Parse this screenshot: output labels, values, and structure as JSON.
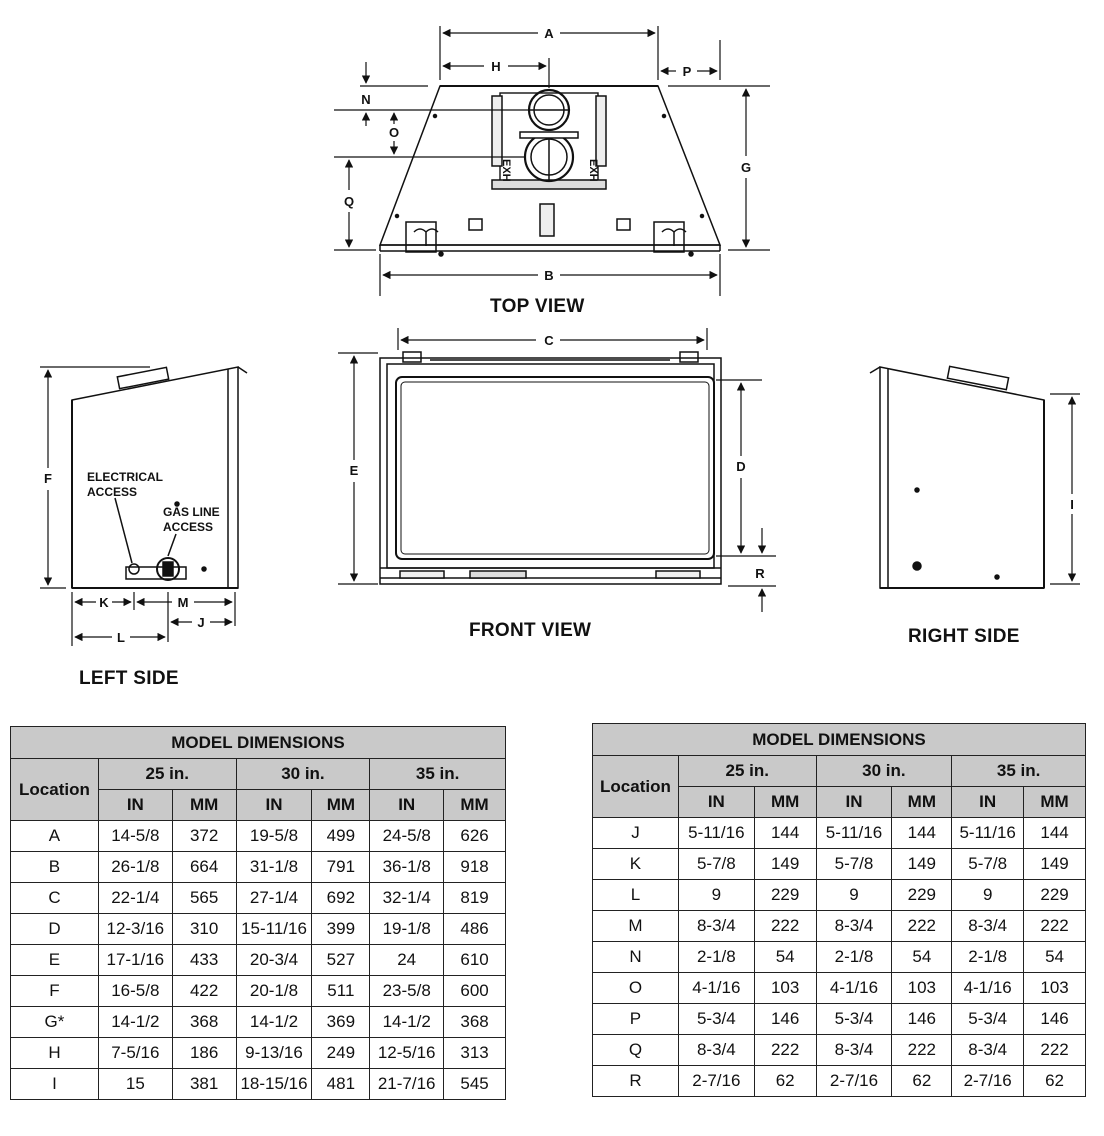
{
  "views": {
    "top": "TOP VIEW",
    "front": "FRONT VIEW",
    "left": "LEFT SIDE",
    "right": "RIGHT SIDE"
  },
  "callouts": {
    "electrical_access": [
      "ELECTRICAL",
      "ACCESS"
    ],
    "gas_line_access": [
      "GAS LINE",
      "ACCESS"
    ],
    "exh": "EXH"
  },
  "letters": {
    "A": "A",
    "B": "B",
    "C": "C",
    "D": "D",
    "E": "E",
    "F": "F",
    "G": "G",
    "H": "H",
    "I": "I",
    "J": "J",
    "K": "K",
    "L": "L",
    "M": "M",
    "N": "N",
    "O": "O",
    "P": "P",
    "Q": "Q",
    "R": "R"
  },
  "tables": [
    {
      "title": "MODEL DIMENSIONS",
      "location_header": "Location",
      "groups": [
        "25 in.",
        "30 in.",
        "35 in."
      ],
      "units": [
        "IN",
        "MM",
        "IN",
        "MM",
        "IN",
        "MM"
      ],
      "rows": [
        [
          "A",
          "14-5/8",
          "372",
          "19-5/8",
          "499",
          "24-5/8",
          "626"
        ],
        [
          "B",
          "26-1/8",
          "664",
          "31-1/8",
          "791",
          "36-1/8",
          "918"
        ],
        [
          "C",
          "22-1/4",
          "565",
          "27-1/4",
          "692",
          "32-1/4",
          "819"
        ],
        [
          "D",
          "12-3/16",
          "310",
          "15-11/16",
          "399",
          "19-1/8",
          "486"
        ],
        [
          "E",
          "17-1/16",
          "433",
          "20-3/4",
          "527",
          "24",
          "610"
        ],
        [
          "F",
          "16-5/8",
          "422",
          "20-1/8",
          "511",
          "23-5/8",
          "600"
        ],
        [
          "G*",
          "14-1/2",
          "368",
          "14-1/2",
          "369",
          "14-1/2",
          "368"
        ],
        [
          "H",
          "7-5/16",
          "186",
          "9-13/16",
          "249",
          "12-5/16",
          "313"
        ],
        [
          "I",
          "15",
          "381",
          "18-15/16",
          "481",
          "21-7/16",
          "545"
        ]
      ]
    },
    {
      "title": "MODEL DIMENSIONS",
      "location_header": "Location",
      "groups": [
        "25 in.",
        "30 in.",
        "35 in."
      ],
      "units": [
        "IN",
        "MM",
        "IN",
        "MM",
        "IN",
        "MM"
      ],
      "rows": [
        [
          "J",
          "5-11/16",
          "144",
          "5-11/16",
          "144",
          "5-11/16",
          "144"
        ],
        [
          "K",
          "5-7/8",
          "149",
          "5-7/8",
          "149",
          "5-7/8",
          "149"
        ],
        [
          "L",
          "9",
          "229",
          "9",
          "229",
          "9",
          "229"
        ],
        [
          "M",
          "8-3/4",
          "222",
          "8-3/4",
          "222",
          "8-3/4",
          "222"
        ],
        [
          "N",
          "2-1/8",
          "54",
          "2-1/8",
          "54",
          "2-1/8",
          "54"
        ],
        [
          "O",
          "4-1/16",
          "103",
          "4-1/16",
          "103",
          "4-1/16",
          "103"
        ],
        [
          "P",
          "5-3/4",
          "146",
          "5-3/4",
          "146",
          "5-3/4",
          "146"
        ],
        [
          "Q",
          "8-3/4",
          "222",
          "8-3/4",
          "222",
          "8-3/4",
          "222"
        ],
        [
          "R",
          "2-7/16",
          "62",
          "2-7/16",
          "62",
          "2-7/16",
          "62"
        ]
      ]
    }
  ]
}
